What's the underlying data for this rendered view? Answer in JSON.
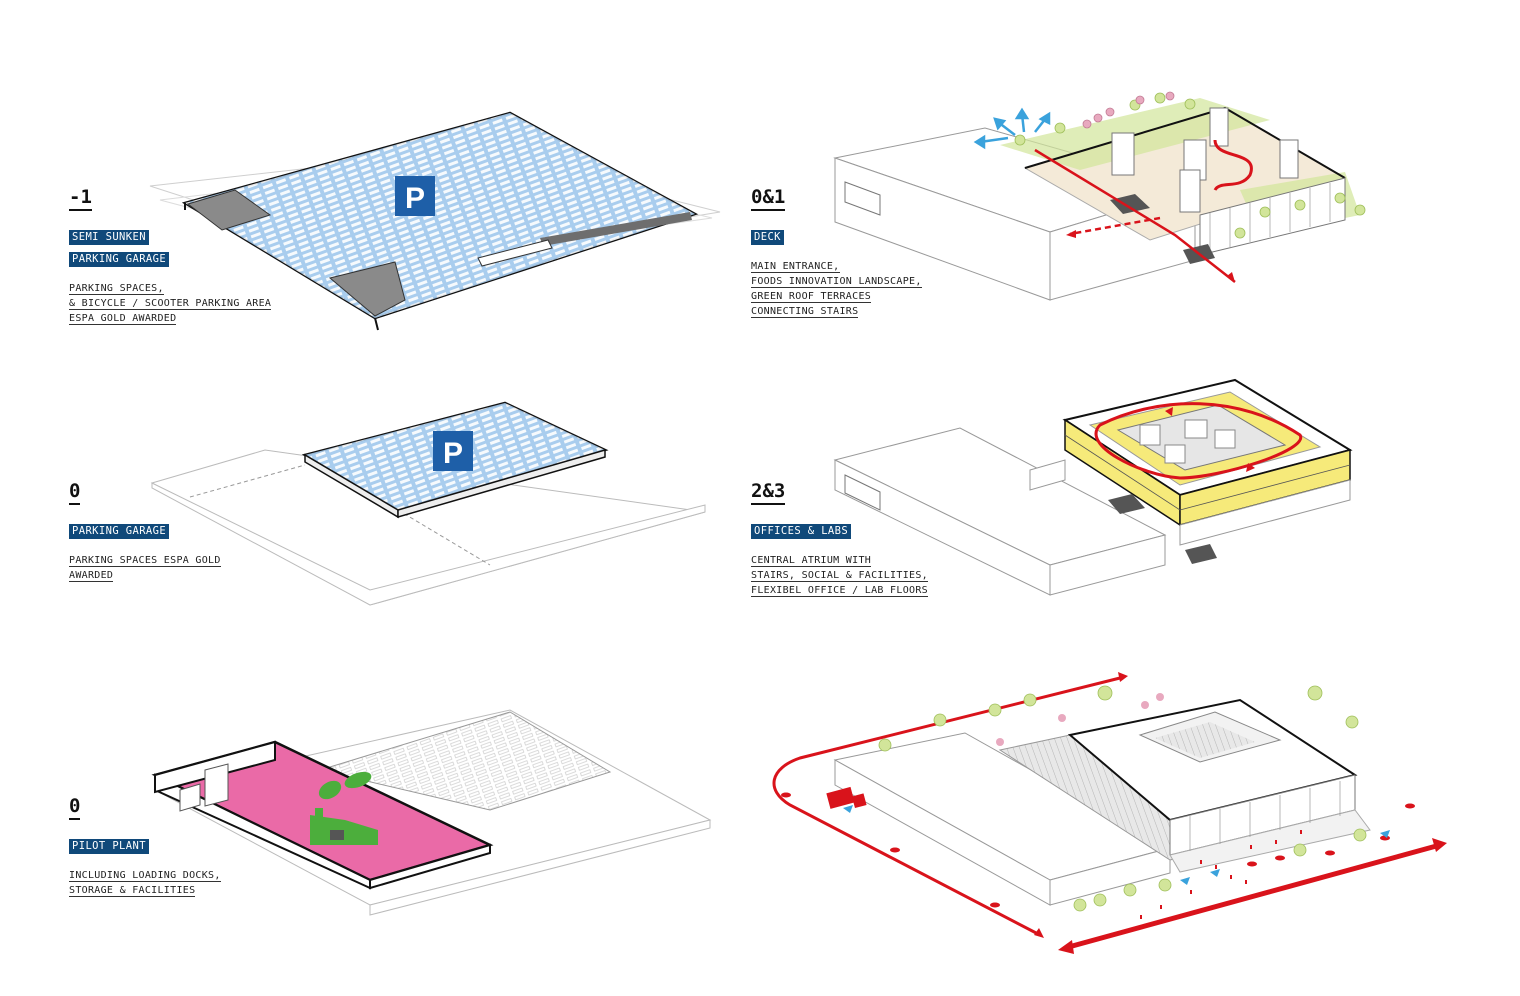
{
  "panels": [
    {
      "id": "p1",
      "level": "-1",
      "tags": [
        "SEMI SUNKEN",
        "PARKING GARAGE"
      ],
      "desc": [
        "PARKING SPACES,",
        "& BICYCLE / SCOOTER PARKING AREA",
        "ESPA GOLD AWARDED"
      ]
    },
    {
      "id": "p2",
      "level": "0&1",
      "tags": [
        "DECK"
      ],
      "desc": [
        "MAIN ENTRANCE,",
        "FOODS INNOVATION LANDSCAPE,",
        "GREEN ROOF TERRACES",
        "CONNECTING STAIRS"
      ]
    },
    {
      "id": "p3",
      "level": "0",
      "tags": [
        "PARKING GARAGE"
      ],
      "desc": [
        "PARKING SPACES ESPA GOLD",
        "AWARDED"
      ]
    },
    {
      "id": "p4",
      "level": "2&3",
      "tags": [
        "OFFICES & LABS"
      ],
      "desc": [
        "CENTRAL ATRIUM WITH",
        "STAIRS, SOCIAL & FACILITIES,",
        "FLEXIBEL OFFICE / LAB FLOORS"
      ]
    },
    {
      "id": "p5",
      "level": "0",
      "tags": [
        "PILOT PLANT"
      ],
      "desc": [
        "INCLUDING LOADING DOCKS,",
        "STORAGE & FACILITIES"
      ]
    }
  ],
  "parking_symbol": "P",
  "colors": {
    "tag_bg": "#10497a",
    "parking_blue": "#a9cdee",
    "parking_sign": "#1e5fa8",
    "pilot_pink": "#ea6aa7",
    "factory_green": "#4cae3c",
    "route_red": "#d9131b",
    "office_yellow": "#f6ea7a",
    "tree_green": "#d2e59a",
    "flow_blue": "#3aa2dc"
  }
}
